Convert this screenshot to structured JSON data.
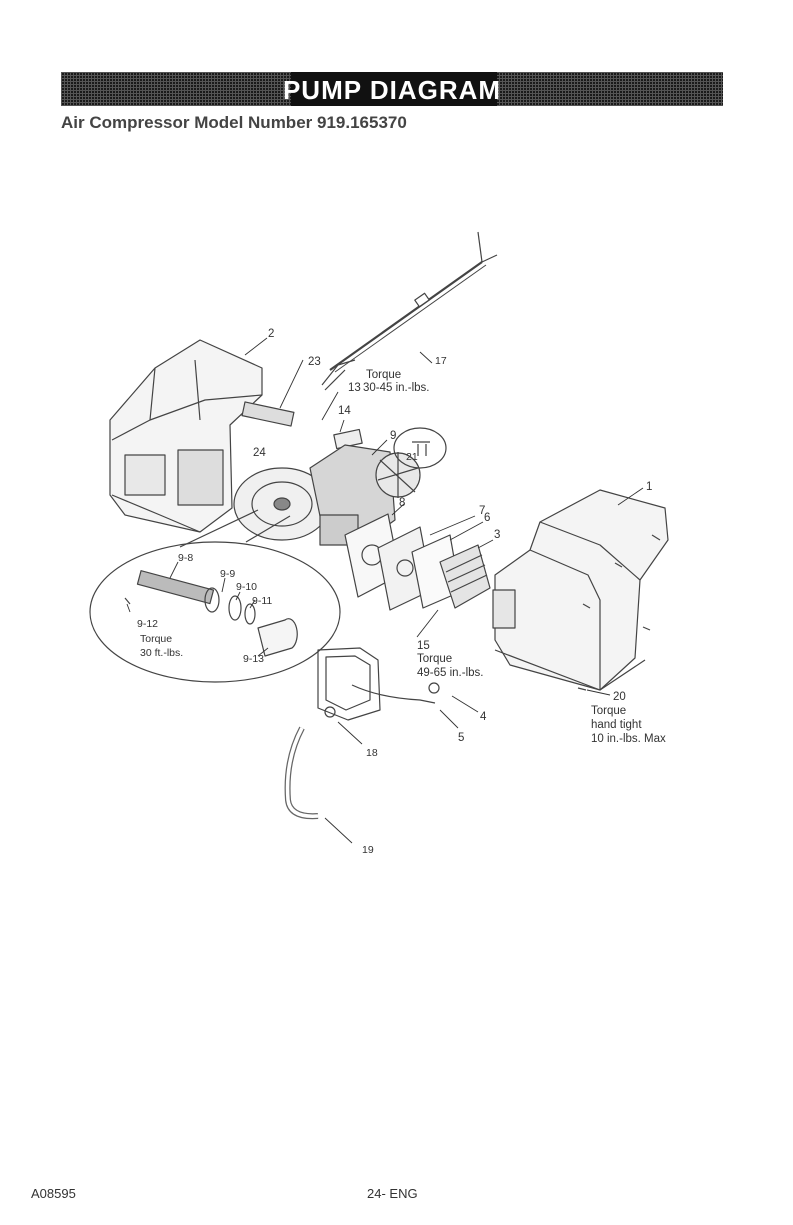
{
  "header": {
    "title": "PUMP DIAGRAM",
    "subtitle": "Air Compressor Model Number 919.165370"
  },
  "callouts": {
    "p1": "1",
    "p2": "2",
    "p3": "3",
    "p4": "4",
    "p5": "5",
    "p6": "6",
    "p7": "7",
    "p8": "8",
    "p9": "9",
    "p9_8": "9-8",
    "p9_9": "9-9",
    "p9_10": "9-10",
    "p9_11": "9-11",
    "p9_12": "9-12",
    "p9_13": "9-13",
    "p13": "13",
    "p14": "14",
    "p15": "15",
    "p17": "17",
    "p18": "18",
    "p19": "19",
    "p20": "20",
    "p21": "21",
    "p23": "23",
    "p24": "24"
  },
  "torque_notes": {
    "t13_label": "Torque",
    "t13_value": "30-45 in.-lbs.",
    "t9_12_label": "Torque",
    "t9_12_value": "30 ft.-lbs.",
    "t15_label": "Torque",
    "t15_value": "49-65 in.-lbs.",
    "t20_label": "Torque",
    "t20_line1": "hand tight",
    "t20_line2": "10 in.-lbs. Max"
  },
  "footer": {
    "code": "A08595",
    "page": "24- ENG"
  }
}
